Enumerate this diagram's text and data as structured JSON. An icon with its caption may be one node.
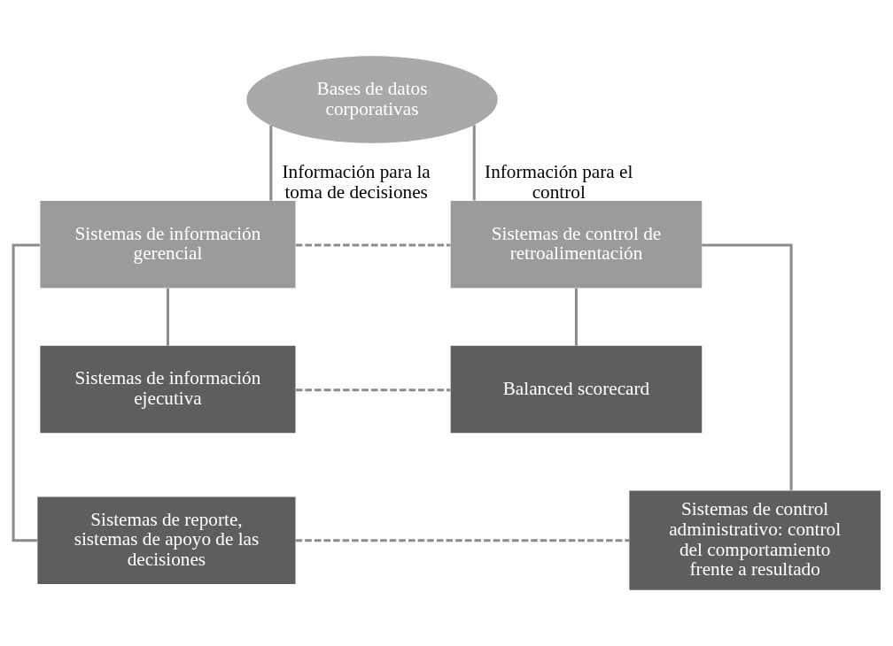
{
  "diagram": {
    "nodes": [
      {
        "text": [
          "Bases de datos corporativas"
        ]
      },
      {
        "text": [
          "Sistemas de información gerencial"
        ]
      },
      {
        "text": [
          "Sistemas de control de retroalimentación"
        ]
      },
      {
        "text": [
          "Sistemas de información ejecutiva"
        ]
      },
      {
        "text": [
          "Balanced scorecard"
        ]
      },
      {
        "text": [
          "Sistemas de reporte, sistemas de apoyo de las decisiones"
        ]
      },
      {
        "text": [
          "Sistemas de control administrativo: control del comportamiento frente a resultado"
        ]
      }
    ],
    "edges": [
      {
        "from": 0,
        "to": 1,
        "arrow": "none",
        "label": "Información para la toma de decisiones"
      },
      {
        "from": 0,
        "to": 2,
        "arrow": "none",
        "label": "Información para el control"
      },
      {
        "from": 1,
        "to": 2,
        "arrow": "none",
        "style": "dashed"
      },
      {
        "from": 1,
        "to": 3,
        "arrow": "none"
      },
      {
        "from": 1,
        "to": 5,
        "arrow": "none"
      },
      {
        "from": 3,
        "to": 4,
        "arrow": "none",
        "style": "dashed"
      },
      {
        "from": 2,
        "to": 4,
        "arrow": "none"
      },
      {
        "from": 2,
        "to": 6,
        "arrow": "none"
      },
      {
        "from": 5,
        "to": 6,
        "arrow": "none",
        "style": "dashed"
      }
    ]
  }
}
